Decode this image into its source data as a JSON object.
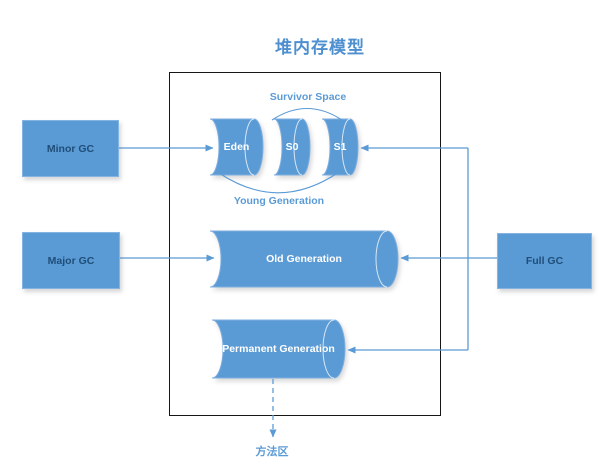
{
  "diagram": {
    "title": "堆内存模型",
    "colors": {
      "shape_fill": "#5B9BD5",
      "shape_stroke": "#7FAEDF",
      "box_text": "#1F4E79",
      "cylinder_text": "#FFFFFF",
      "line_color": "#5B9BD5",
      "title_color": "#4E8FD0",
      "container_border": "#161616"
    }
  },
  "boxes": {
    "minor_gc": {
      "label": "Minor GC"
    },
    "major_gc": {
      "label": "Major GC"
    },
    "full_gc": {
      "label": "Full GC"
    }
  },
  "cylinders": {
    "eden": {
      "label": "Eden"
    },
    "s0": {
      "label": "S0"
    },
    "s1": {
      "label": "S1"
    },
    "old_generation": {
      "label": "Old Generation"
    },
    "permanent_generation": {
      "label": "Permanent Generation"
    }
  },
  "annotations": {
    "survivor_space": "Survivor Space",
    "young_generation": "Young Generation",
    "method_area": "方法区"
  }
}
